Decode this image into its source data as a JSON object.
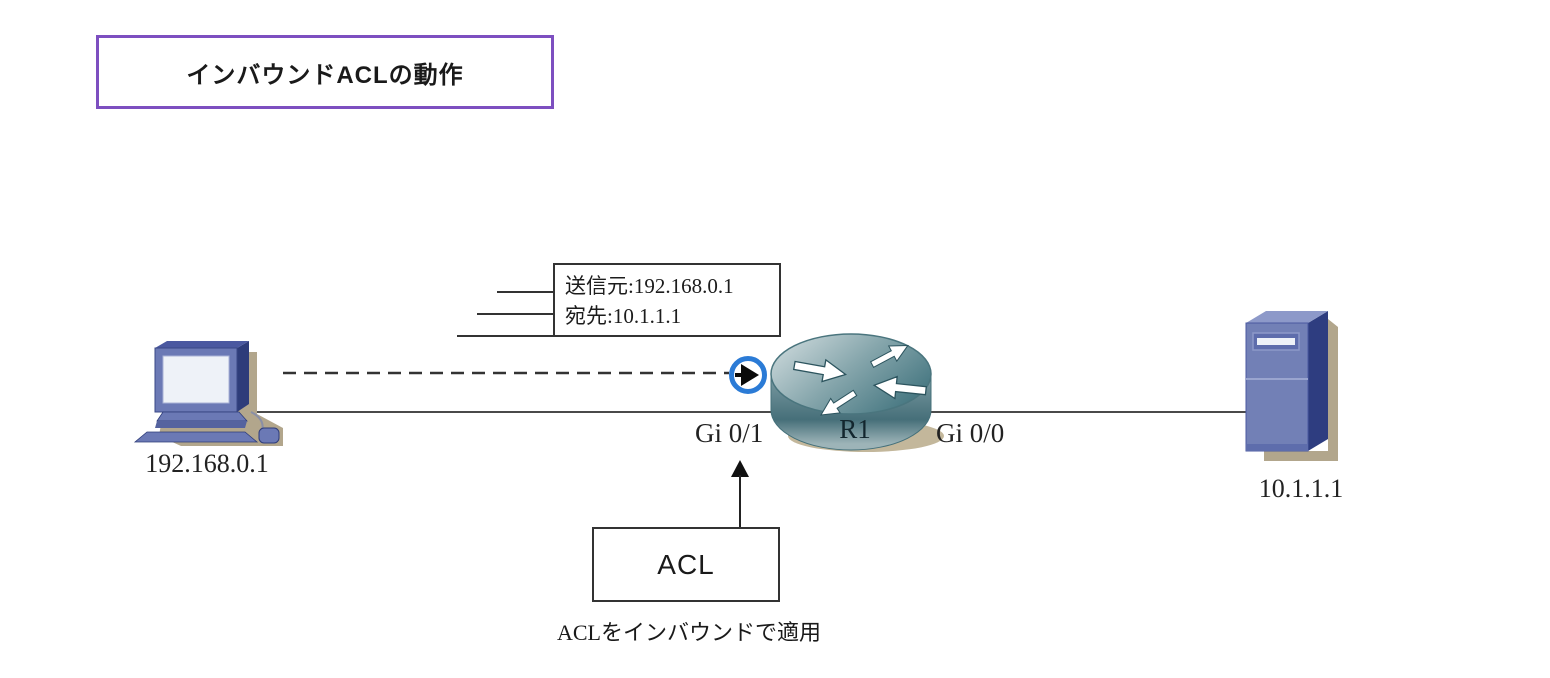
{
  "title": {
    "text": "インバウンドACLの動作"
  },
  "packet_label": {
    "lines": [
      "送信元:192.168.0.1",
      "宛先:10.1.1.1"
    ]
  },
  "nodes": {
    "pc": {
      "label": "192.168.0.1"
    },
    "router": {
      "name": "R1",
      "left_interface": "Gi 0/1",
      "right_interface": "Gi 0/0"
    },
    "server": {
      "label": "10.1.1.1"
    }
  },
  "acl": {
    "box_label": "ACL",
    "caption": "ACLをインバウンドで適用"
  },
  "icons": {
    "pc": "desktop-computer",
    "router": "cisco-router-cylinder",
    "server": "tower-server",
    "inbound_marker": "circled-right-arrow"
  },
  "colors": {
    "title_border": "#7d4fc0",
    "inbound_marker_ring": "#2b7bd6",
    "link_line": "#4a4a4a",
    "diagram_line": "#333333",
    "router_teal": "#4e7d87",
    "node_blue": "#6b79b5",
    "shadow_tan": "#b2a68c"
  }
}
